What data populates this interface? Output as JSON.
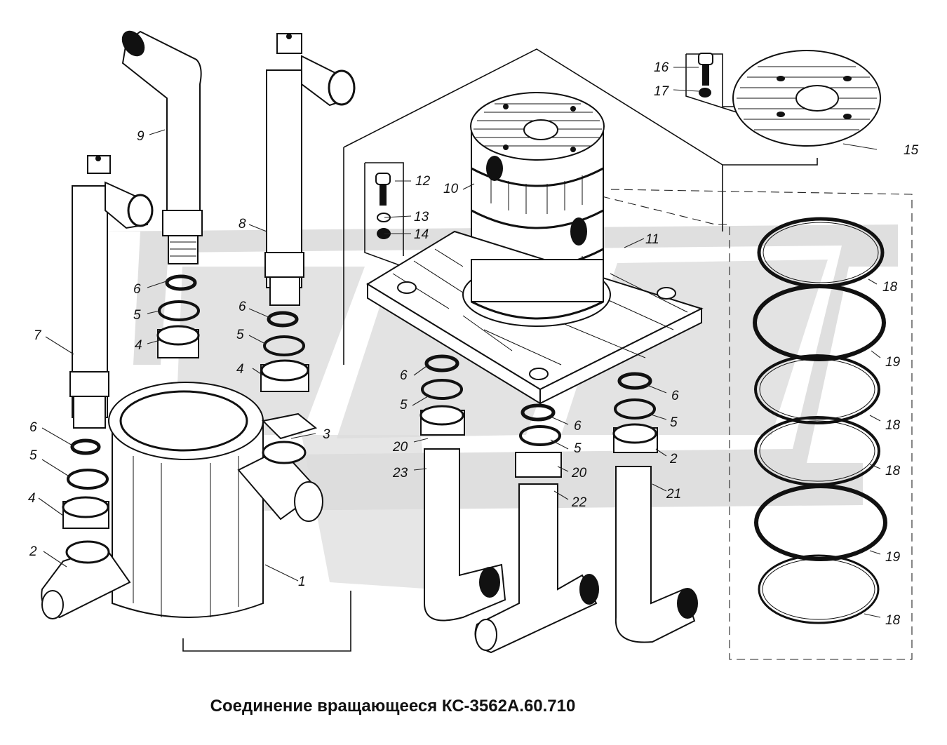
{
  "title": "Соединение вращающееся КС-3562А.60.710",
  "watermark": "GAZ",
  "colors": {
    "line": "#111111",
    "watermark": "#dcdcdc",
    "background": "#ffffff"
  },
  "callouts": [
    {
      "id": "c1",
      "label": "1"
    },
    {
      "id": "c2a",
      "label": "2"
    },
    {
      "id": "c2b",
      "label": "2"
    },
    {
      "id": "c3",
      "label": "3"
    },
    {
      "id": "c4a",
      "label": "4"
    },
    {
      "id": "c4b",
      "label": "4"
    },
    {
      "id": "c4c",
      "label": "4"
    },
    {
      "id": "c5a",
      "label": "5"
    },
    {
      "id": "c5b",
      "label": "5"
    },
    {
      "id": "c5c",
      "label": "5"
    },
    {
      "id": "c5d",
      "label": "5"
    },
    {
      "id": "c5e",
      "label": "5"
    },
    {
      "id": "c5f",
      "label": "5"
    },
    {
      "id": "c6a",
      "label": "6"
    },
    {
      "id": "c6b",
      "label": "6"
    },
    {
      "id": "c6c",
      "label": "6"
    },
    {
      "id": "c6d",
      "label": "6"
    },
    {
      "id": "c6e",
      "label": "6"
    },
    {
      "id": "c6f",
      "label": "6"
    },
    {
      "id": "c7",
      "label": "7"
    },
    {
      "id": "c8",
      "label": "8"
    },
    {
      "id": "c9",
      "label": "9"
    },
    {
      "id": "c10",
      "label": "10"
    },
    {
      "id": "c11",
      "label": "11"
    },
    {
      "id": "c12",
      "label": "12"
    },
    {
      "id": "c13",
      "label": "13"
    },
    {
      "id": "c14",
      "label": "14"
    },
    {
      "id": "c15",
      "label": "15"
    },
    {
      "id": "c16",
      "label": "16"
    },
    {
      "id": "c17",
      "label": "17"
    },
    {
      "id": "c18a",
      "label": "18"
    },
    {
      "id": "c18b",
      "label": "18"
    },
    {
      "id": "c18c",
      "label": "18"
    },
    {
      "id": "c18d",
      "label": "18"
    },
    {
      "id": "c19a",
      "label": "19"
    },
    {
      "id": "c19b",
      "label": "19"
    },
    {
      "id": "c20a",
      "label": "20"
    },
    {
      "id": "c20b",
      "label": "20"
    },
    {
      "id": "c21",
      "label": "21"
    },
    {
      "id": "c22",
      "label": "22"
    },
    {
      "id": "c23",
      "label": "23"
    }
  ]
}
